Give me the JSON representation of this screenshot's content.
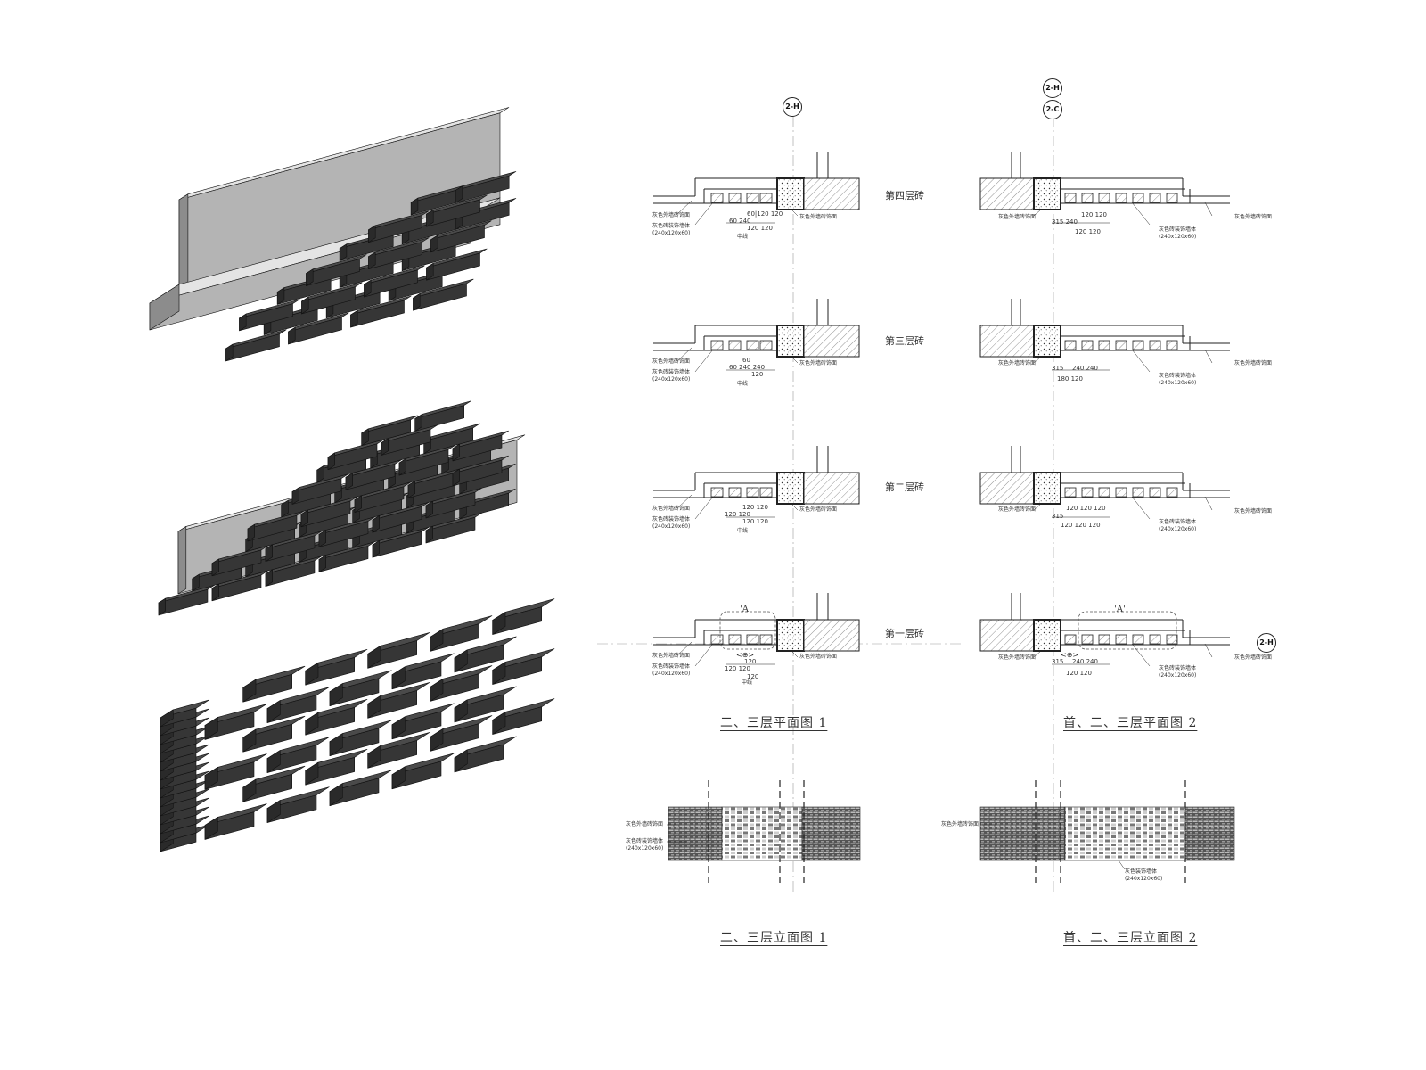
{
  "drawing_titles": {
    "plan_1": "二、三层平面图 1",
    "plan_2": "首、二、三层平面图 2",
    "elevation_1": "二、三层立面图 1",
    "elevation_2": "首、二、三层立面图 2"
  },
  "axis_labels": {
    "axis_2h": "2-H",
    "axis_2c": "2-C"
  },
  "detail_marker": "'A'",
  "detail_dimension_marker": "<⊕>",
  "courses": [
    {
      "name": "第四层砖",
      "plan1_dims_top": "60|120 120",
      "plan1_dims_bottom": "120 120",
      "plan1_dims_extra": "60        240",
      "plan2_dims_top": "120 120",
      "plan2_dims_bottom": "120 120",
      "plan2_dims_left": "315  240"
    },
    {
      "name": "第三层砖",
      "plan1_dims_top": "60",
      "plan1_dims_bottom": "120",
      "plan1_dims_extra": "60  240      240",
      "plan2_dims_top": "240   240",
      "plan2_dims_bottom": "180      120",
      "plan2_dims_left": "315"
    },
    {
      "name": "第二层砖",
      "plan1_dims_top": "120 120",
      "plan1_dims_bottom": "120 120",
      "plan1_dims_extra": "120                  120",
      "plan2_dims_top": "120 120 120",
      "plan2_dims_bottom": "120 120 120",
      "plan2_dims_left": "315"
    },
    {
      "name": "第一层砖",
      "plan1_dims_top": "120",
      "plan1_dims_bottom": "120",
      "plan1_dims_extra": "120                  120",
      "plan2_dims_top": "240   240",
      "plan2_dims_bottom": "120      120",
      "plan2_dims_left": "315"
    }
  ],
  "annotations": {
    "facade_finish": "灰色外墙砖饰面",
    "decorative_wall": "灰色砖装饰墙体",
    "brick_size": "(240x120x60)",
    "centerline": "中线",
    "facade_finish_alt": "灰色外墙砖饰面",
    "decor_wall_plan2": "灰色砖装饰墙体",
    "elevation_facade": "灰色外墙砖饰面",
    "elevation_decor": "灰色装饰墙体",
    "elevation_brick_size": "(240x120x60)"
  },
  "colors": {
    "brick_top": "#4a4a4a",
    "brick_side": "#2a2a2a",
    "brick_front": "#363636",
    "wall_top": "#e4e4e4",
    "wall_front": "#b4b4b4",
    "wall_side": "#8c8c8c",
    "line": "#222222",
    "hatch": "#666666",
    "axis_line": "#999999"
  }
}
